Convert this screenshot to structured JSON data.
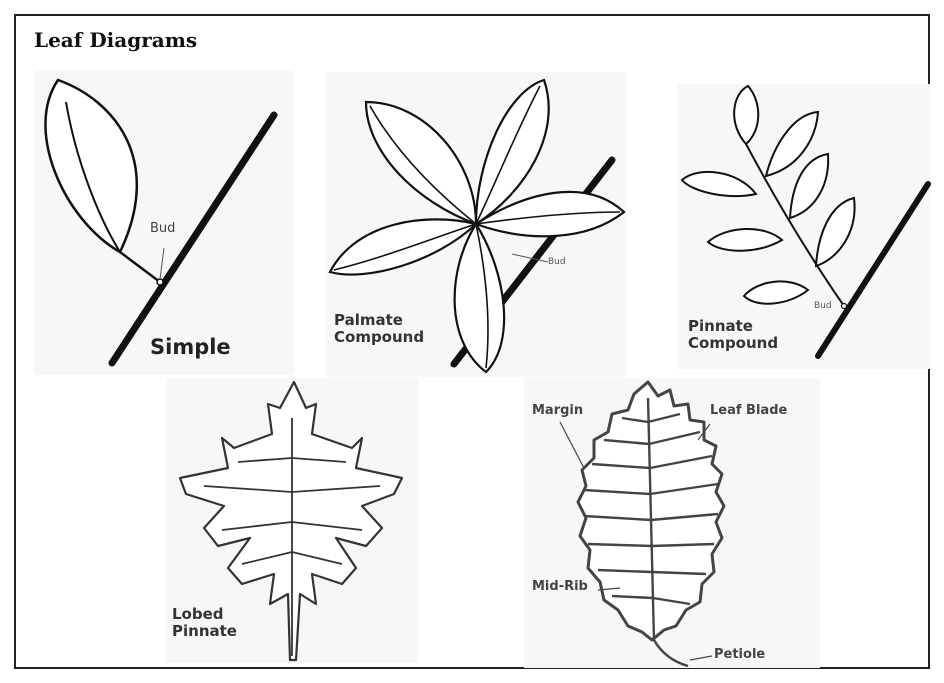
{
  "title": "Leaf Diagrams",
  "labels": {
    "simple": "Simple",
    "simple_bud": "Bud",
    "palmate": "Palmate\nCompound",
    "palmate_bud": "Bud",
    "pinnate": "Pinnate\nCompound",
    "pinnate_bud": "Bud",
    "lobed": "Lobed\nPinnate",
    "margin": "Margin",
    "leaf_blade": "Leaf Blade",
    "mid_rib": "Mid-Rib",
    "petiole": "Petiole"
  },
  "colors": {
    "ink": "#111111",
    "panel": "#f7f7f7",
    "frame": "#222222"
  }
}
